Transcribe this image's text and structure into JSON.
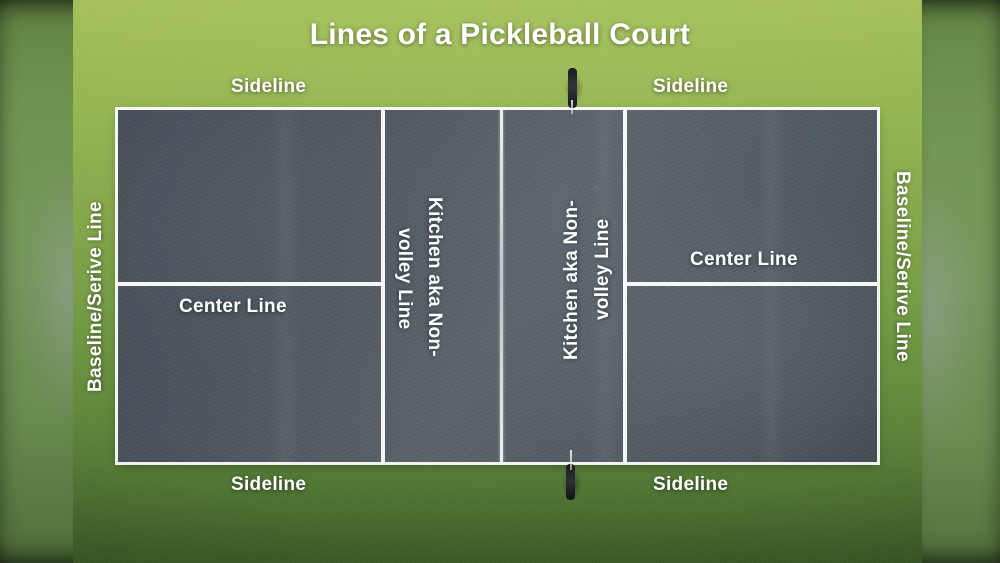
{
  "title": "Lines of a Pickleball Court",
  "labels": {
    "sideline_top_left": "Sideline",
    "sideline_top_right": "Sideline",
    "sideline_bottom_left": "Sideline",
    "sideline_bottom_right": "Sideline",
    "baseline_left": "Baseline/Serive Line",
    "baseline_right": "Baseline/Serive Line",
    "kitchen_left_line1": "Kitchen aka Non-",
    "kitchen_left_line2": "volley Line",
    "kitchen_right_line1": "Kitchen aka Non-",
    "kitchen_right_line2": "volley Line",
    "center_line_left": "Center Line",
    "center_line_right": "Center Line"
  },
  "colors": {
    "text": "#ffffff",
    "court_surface": "#4c565e",
    "court_line": "#f2f2f2",
    "turf_light": "#a8c45c",
    "turf_dark": "#3a5a26",
    "letterbox_green": "#6f9450",
    "net_post": "#16181a"
  }
}
